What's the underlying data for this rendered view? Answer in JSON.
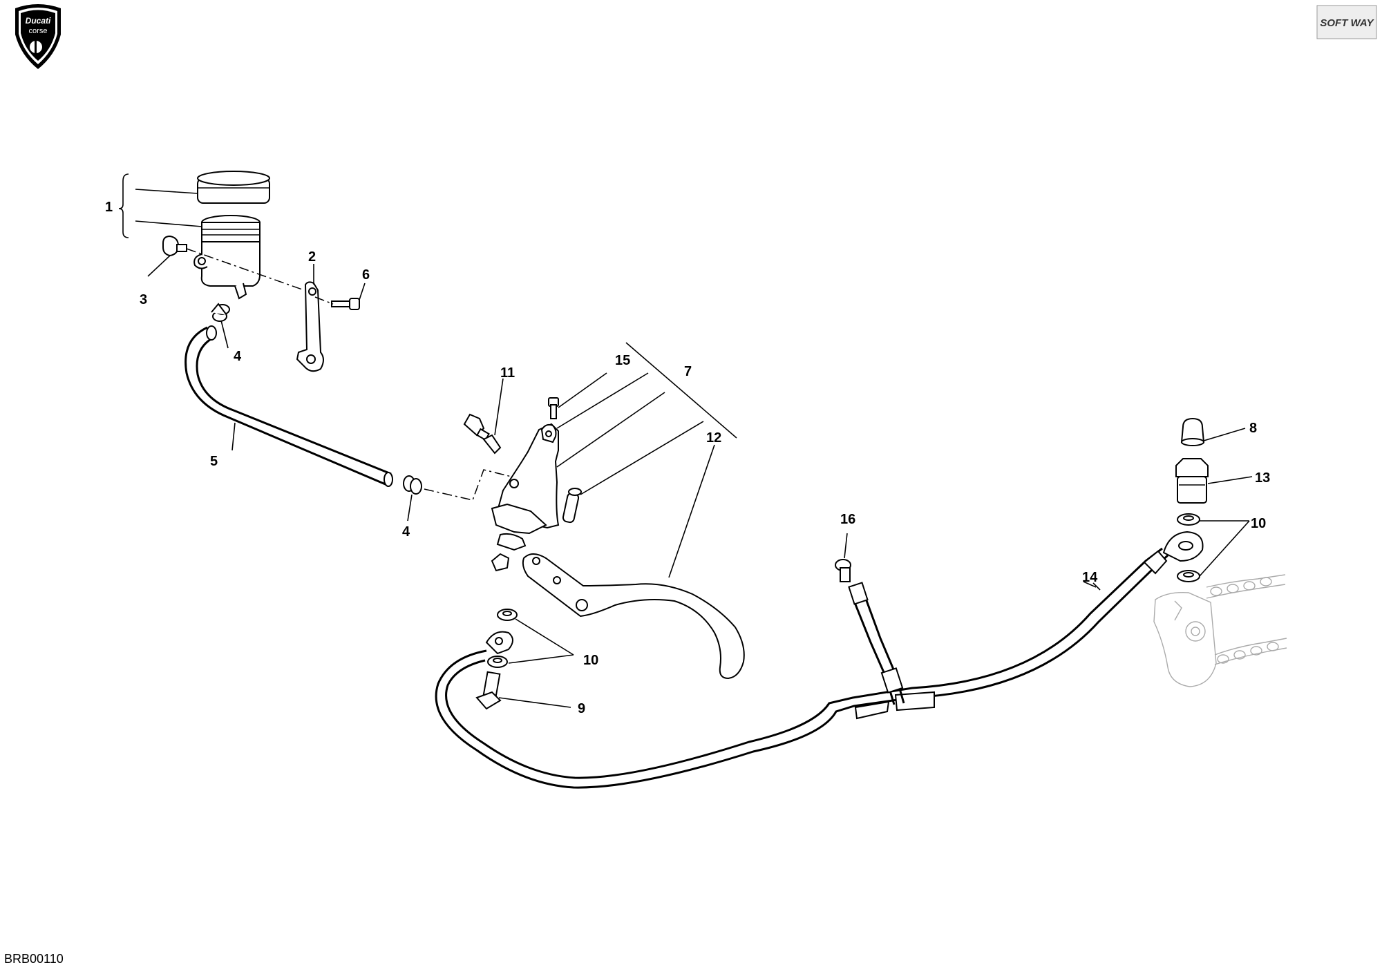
{
  "logo": {
    "brand": "Ducati",
    "subtitle": "corse"
  },
  "publisher_logo": {
    "text": "SOFT WAY"
  },
  "drawing_code": "BRB00110",
  "callouts": {
    "c1": "1",
    "c2": "2",
    "c3": "3",
    "c4a": "4",
    "c4b": "4",
    "c5": "5",
    "c6": "6",
    "c7": "7",
    "c8": "8",
    "c9": "9",
    "c10a": "10",
    "c10b": "10",
    "c11": "11",
    "c12": "12",
    "c13": "13",
    "c14": "14",
    "c15": "15",
    "c16": "16"
  }
}
